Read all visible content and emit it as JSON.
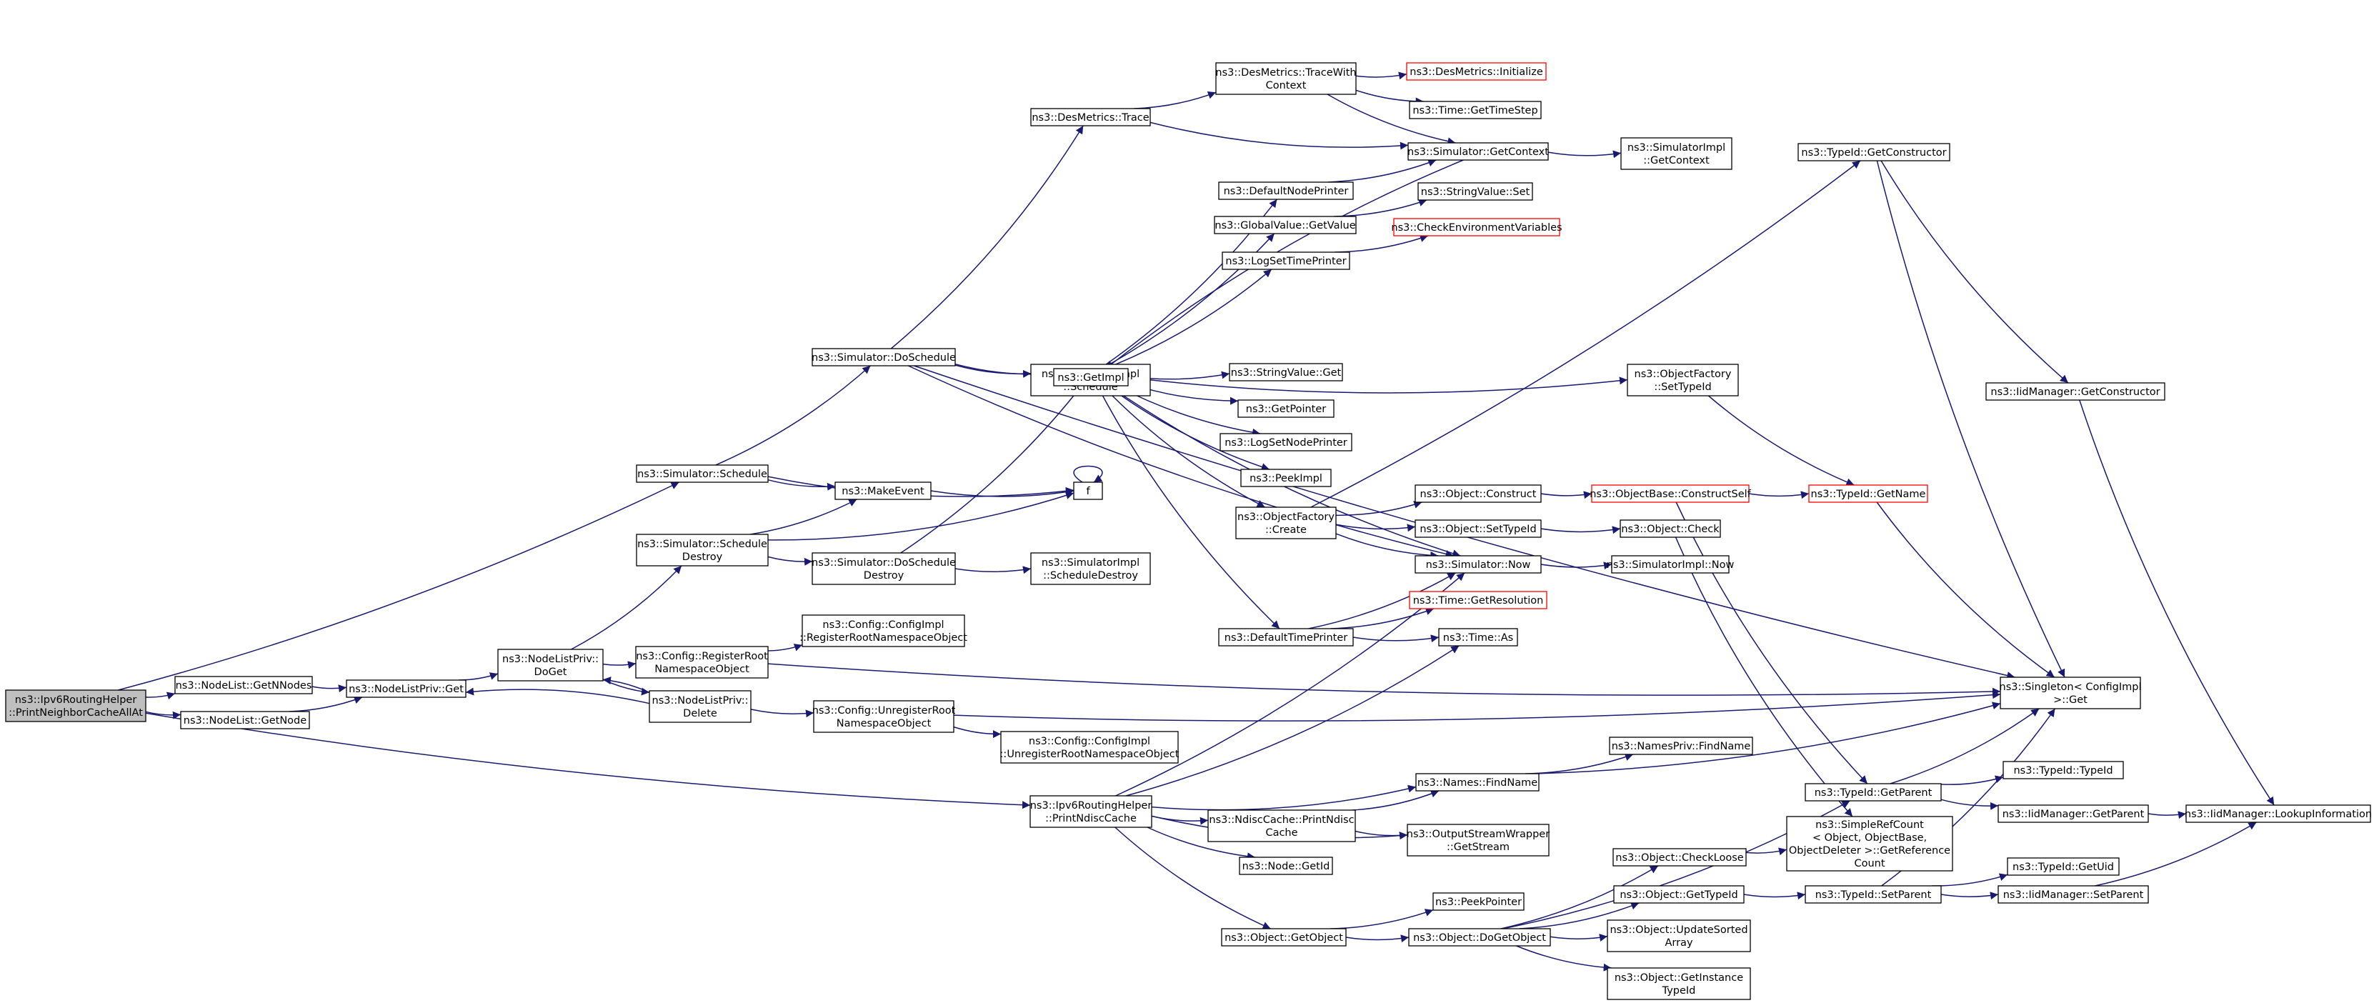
{
  "graph": {
    "edge_color": "#191970",
    "root_fill": "#bfbfbf",
    "truncated_border": "#ff0000",
    "nodes": [
      {
        "id": "root",
        "lines": [
          "ns3::Ipv6RoutingHelper",
          "::PrintNeighborCacheAllAt"
        ],
        "root": true
      },
      {
        "id": "getnnodes",
        "lines": [
          "ns3::NodeList::GetNNodes"
        ]
      },
      {
        "id": "getnode",
        "lines": [
          "ns3::NodeList::GetNode"
        ]
      },
      {
        "id": "nlpget",
        "lines": [
          "ns3::NodeListPriv::Get"
        ]
      },
      {
        "id": "doget",
        "lines": [
          "ns3::NodeListPriv::",
          "DoGet"
        ]
      },
      {
        "id": "del",
        "lines": [
          "ns3::NodeListPriv::",
          "Delete"
        ]
      },
      {
        "id": "regroot",
        "lines": [
          "ns3::Config::RegisterRoot",
          "NamespaceObject"
        ]
      },
      {
        "id": "unregroot",
        "lines": [
          "ns3::Config::UnregisterRoot",
          "NamespaceObject"
        ]
      },
      {
        "id": "cfgreg",
        "lines": [
          "ns3::Config::ConfigImpl",
          "::RegisterRootNamespaceObject"
        ]
      },
      {
        "id": "cfgunreg",
        "lines": [
          "ns3::Config::ConfigImpl",
          "::UnregisterRootNamespaceObject"
        ]
      },
      {
        "id": "schedule",
        "lines": [
          "ns3::Simulator::Schedule"
        ]
      },
      {
        "id": "schedestroy",
        "lines": [
          "ns3::Simulator::Schedule",
          "Destroy"
        ]
      },
      {
        "id": "doschedule",
        "lines": [
          "ns3::Simulator::DoSchedule"
        ]
      },
      {
        "id": "doscheddestroy",
        "lines": [
          "ns3::Simulator::DoSchedule",
          "Destroy"
        ]
      },
      {
        "id": "makeevent",
        "lines": [
          "ns3::MakeEvent"
        ]
      },
      {
        "id": "f",
        "lines": [
          "f"
        ]
      },
      {
        "id": "desmtrace",
        "lines": [
          "ns3::DesMetrics::Trace"
        ]
      },
      {
        "id": "desmtwc",
        "lines": [
          "ns3::DesMetrics::TraceWith",
          "Context"
        ]
      },
      {
        "id": "desminit",
        "lines": [
          "ns3::DesMetrics::Initialize"
        ],
        "truncated": true
      },
      {
        "id": "gettimestep",
        "lines": [
          "ns3::Time::GetTimeStep"
        ]
      },
      {
        "id": "simgetctx",
        "lines": [
          "ns3::Simulator::GetContext"
        ]
      },
      {
        "id": "simimplgetctx",
        "lines": [
          "ns3::SimulatorImpl",
          "::GetContext"
        ]
      },
      {
        "id": "simimplsched",
        "lines": [
          "ns3::SimulatorImpl",
          "::Schedule"
        ]
      },
      {
        "id": "simimplscheddestroy",
        "lines": [
          "ns3::SimulatorImpl",
          "::ScheduleDestroy"
        ]
      },
      {
        "id": "getimpl",
        "lines": [
          "ns3::GetImpl"
        ]
      },
      {
        "id": "defnodeprinter",
        "lines": [
          "ns3::DefaultNodePrinter"
        ]
      },
      {
        "id": "gvgetvalue",
        "lines": [
          "ns3::GlobalValue::GetValue"
        ]
      },
      {
        "id": "logsettimeprinter",
        "lines": [
          "ns3::LogSetTimePrinter"
        ]
      },
      {
        "id": "stringvalueget",
        "lines": [
          "ns3::StringValue::Get"
        ]
      },
      {
        "id": "getpointer",
        "lines": [
          "ns3::GetPointer"
        ]
      },
      {
        "id": "logsetnodeprinter",
        "lines": [
          "ns3::LogSetNodePrinter"
        ]
      },
      {
        "id": "peekimpl",
        "lines": [
          "ns3::PeekImpl"
        ]
      },
      {
        "id": "ofcreate",
        "lines": [
          "ns3::ObjectFactory",
          "::Create"
        ]
      },
      {
        "id": "deftimeprinter",
        "lines": [
          "ns3::DefaultTimePrinter"
        ]
      },
      {
        "id": "stringvalueset",
        "lines": [
          "ns3::StringValue::Set"
        ]
      },
      {
        "id": "checkenv",
        "lines": [
          "ns3::CheckEnvironmentVariables"
        ],
        "truncated": true
      },
      {
        "id": "ofsettypeid",
        "lines": [
          "ns3::ObjectFactory",
          "::SetTypeId"
        ]
      },
      {
        "id": "objconstruct",
        "lines": [
          "ns3::Object::Construct"
        ]
      },
      {
        "id": "objsettypeid",
        "lines": [
          "ns3::Object::SetTypeId"
        ]
      },
      {
        "id": "simnow",
        "lines": [
          "ns3::Simulator::Now"
        ]
      },
      {
        "id": "timegetres",
        "lines": [
          "ns3::Time::GetResolution"
        ],
        "truncated": true
      },
      {
        "id": "timeas",
        "lines": [
          "ns3::Time::As"
        ]
      },
      {
        "id": "objbaseconstruct",
        "lines": [
          "ns3::ObjectBase::ConstructSelf"
        ],
        "truncated": true
      },
      {
        "id": "objcheck",
        "lines": [
          "ns3::Object::Check"
        ]
      },
      {
        "id": "simimplnow",
        "lines": [
          "ns3::SimulatorImpl::Now"
        ]
      },
      {
        "id": "typeidgetname",
        "lines": [
          "ns3::TypeId::GetName"
        ],
        "truncated": true
      },
      {
        "id": "typeidgetctor",
        "lines": [
          "ns3::TypeId::GetConstructor"
        ]
      },
      {
        "id": "iidgetctor",
        "lines": [
          "ns3::IidManager::GetConstructor"
        ]
      },
      {
        "id": "singleton",
        "lines": [
          "ns3::Singleton< ConfigImpl",
          " >::Get"
        ]
      },
      {
        "id": "printndisc",
        "lines": [
          "ns3::Ipv6RoutingHelper",
          "::PrintNdiscCache"
        ]
      },
      {
        "id": "ndiscprint",
        "lines": [
          "ns3::NdiscCache::PrintNdisc",
          "Cache"
        ]
      },
      {
        "id": "nodegetid",
        "lines": [
          "ns3::Node::GetId"
        ]
      },
      {
        "id": "objgetobject",
        "lines": [
          "ns3::Object::GetObject"
        ]
      },
      {
        "id": "namesfind",
        "lines": [
          "ns3::Names::FindName"
        ]
      },
      {
        "id": "namesprivfind",
        "lines": [
          "ns3::NamesPriv::FindName"
        ]
      },
      {
        "id": "oswgetstream",
        "lines": [
          "ns3::OutputStreamWrapper",
          "::GetStream"
        ]
      },
      {
        "id": "peekpointer",
        "lines": [
          "ns3::PeekPointer"
        ]
      },
      {
        "id": "dogetobject",
        "lines": [
          "ns3::Object::DoGetObject"
        ]
      },
      {
        "id": "checkloose",
        "lines": [
          "ns3::Object::CheckLoose"
        ]
      },
      {
        "id": "objgettypeid",
        "lines": [
          "ns3::Object::GetTypeId"
        ]
      },
      {
        "id": "updatesorted",
        "lines": [
          "ns3::Object::UpdateSorted",
          "Array"
        ]
      },
      {
        "id": "getinsttypeid",
        "lines": [
          "ns3::Object::GetInstance",
          "TypeId"
        ]
      },
      {
        "id": "simplerefcount",
        "lines": [
          "ns3::SimpleRefCount",
          "< Object, ObjectBase,",
          " ObjectDeleter >::GetReference",
          "Count"
        ]
      },
      {
        "id": "typeidgetparent",
        "lines": [
          "ns3::TypeId::GetParent"
        ]
      },
      {
        "id": "typeidsetparent",
        "lines": [
          "ns3::TypeId::SetParent"
        ]
      },
      {
        "id": "typeidtypeid",
        "lines": [
          "ns3::TypeId::TypeId"
        ]
      },
      {
        "id": "typeidgetuid",
        "lines": [
          "ns3::TypeId::GetUid"
        ]
      },
      {
        "id": "iidgetparent",
        "lines": [
          "ns3::IidManager::GetParent"
        ]
      },
      {
        "id": "iidsetparent",
        "lines": [
          "ns3::IidManager::SetParent"
        ]
      },
      {
        "id": "iidlookup",
        "lines": [
          "ns3::IidManager::LookupInformation"
        ]
      }
    ]
  }
}
